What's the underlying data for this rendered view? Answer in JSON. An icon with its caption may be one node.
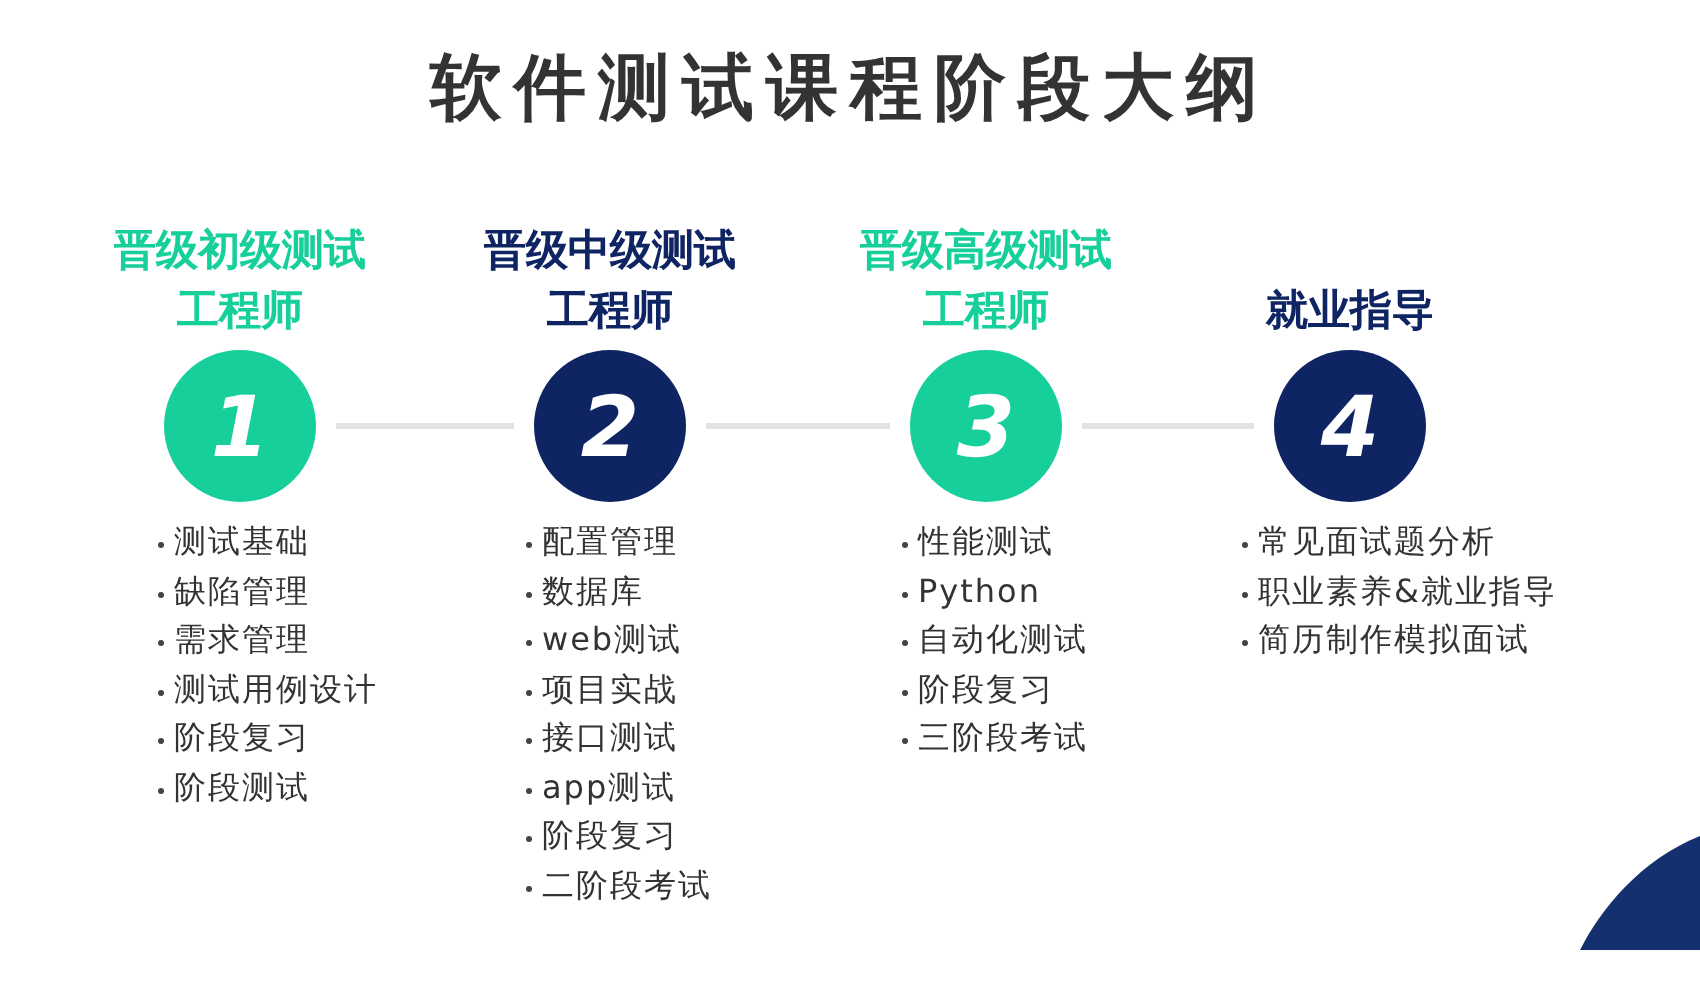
{
  "diagram": {
    "title": "软件测试课程阶段大纲",
    "nodes": [
      {
        "text": [
          "晋级初级测试工程师",
          "1"
        ],
        "beside": [
          "测试基础",
          "缺陷管理",
          "需求管理",
          "测试用例设计",
          "阶段复习",
          "阶段测试"
        ]
      },
      {
        "text": [
          "晋级中级测试工程师",
          "2"
        ],
        "beside": [
          "配置管理",
          "数据库",
          "web测试",
          "项目实战",
          "接口测试",
          "app测试",
          "阶段复习",
          "二阶段考试"
        ]
      },
      {
        "text": [
          "晋级高级测试工程师",
          "3"
        ],
        "beside": [
          "性能测试",
          "Python",
          "自动化测试",
          "阶段复习",
          "三阶段考试"
        ]
      },
      {
        "text": [
          "就业指导",
          "4"
        ],
        "beside": [
          "常见面试题分析",
          "职业素养&就业指导",
          "简历制作模拟面试"
        ]
      }
    ],
    "edges": [
      {
        "from": 0,
        "to": 1,
        "arrow": "none"
      },
      {
        "from": 1,
        "to": 2,
        "arrow": "none"
      },
      {
        "from": 2,
        "to": 3,
        "arrow": "none"
      }
    ]
  }
}
